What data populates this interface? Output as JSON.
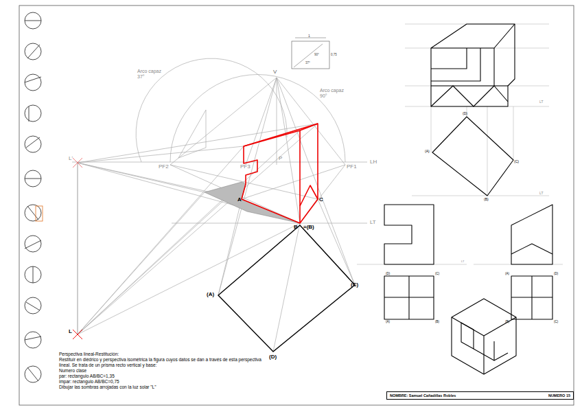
{
  "diagram": {
    "nodes": [
      {
        "text": [
          "NOMBRE: Samuel Cañadillas Robles",
          "NUMERO 15"
        ]
      }
    ],
    "labels": [
      "Arco capaz 37°",
      "Arco capaz 90°",
      "V",
      "PF2",
      "PF3",
      "P",
      "PF1",
      "LH",
      "LT",
      "L'",
      "L",
      "A",
      "C",
      "B",
      "=(B)",
      "(A)",
      "(C)",
      "(D)",
      "1",
      "90°",
      "37°",
      "0,75",
      "(D)",
      "(A)",
      "(C)",
      "(B)",
      "LT",
      "LT",
      "LT",
      "(D)",
      "(C)",
      "(A)",
      "(B)",
      "(A)",
      "(D)",
      "(B)",
      "(C)",
      "Perspectiva lineal-Restitución:",
      "Restituir en diédrico y perspectiva isométrica la figura cuyos datos se dan a través de esta perspectiva lineal. Se trata de un prisma recto vertical y base:",
      "Numero clase",
      "par: rectangulo AB/BC=1,35",
      "impar: rectangulo AB/BC=0,75",
      "Dibujar las sombras arrojadas con la luz solar \"L\""
    ]
  }
}
